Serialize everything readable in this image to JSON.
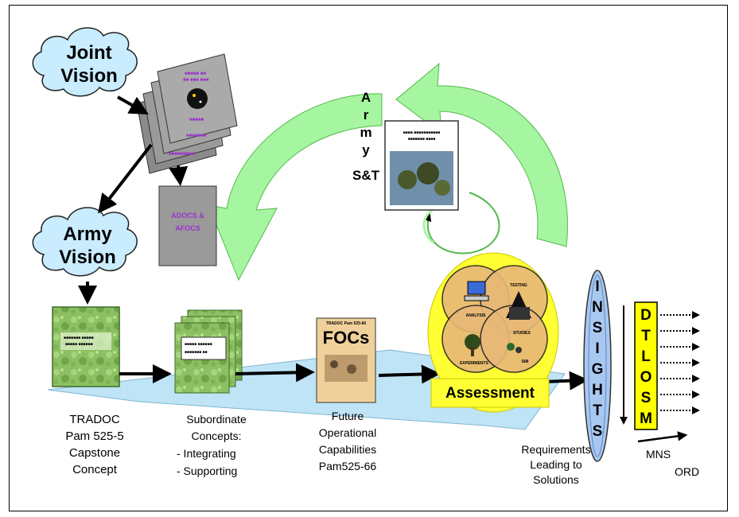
{
  "clouds": {
    "joint_vision": [
      "Joint",
      "Vision"
    ],
    "army_vision": [
      "Army",
      "Vision"
    ]
  },
  "books": {
    "adocs": [
      "ADOCS &",
      "AFOCS"
    ],
    "focs_header": "TRADOC Pam 525-66",
    "focs_title": "FOCs",
    "army_st_letters": [
      "A",
      "r",
      "m",
      "y",
      "S&T"
    ]
  },
  "assessment": {
    "label": "Assessment",
    "circles": [
      "ANALYSIS",
      "TESTING",
      "EXPERIMENTS",
      "STUDIES",
      "SIM"
    ]
  },
  "insights": [
    "I",
    "N",
    "S",
    "I",
    "G",
    "H",
    "T",
    "S"
  ],
  "dtlosm": [
    "D",
    "T",
    "L",
    "O",
    "S",
    "M"
  ],
  "captions": {
    "tradoc": [
      "TRADOC",
      "Pam 525-5",
      "Capstone",
      "Concept"
    ],
    "subordinate": [
      "Subordinate",
      "Concepts:",
      "- Integrating",
      "- Supporting"
    ],
    "future": [
      "Future",
      "Operational",
      "Capabilities",
      "Pam525-66"
    ],
    "requirements": [
      "Requirements",
      "Leading to",
      "Solutions"
    ],
    "mns": "MNS",
    "ord": "ORD"
  },
  "colors": {
    "cloud": "#c9ecff",
    "green_arrow": "#a6f5a0",
    "blue_band": "#bfe4f6",
    "assessment_yellow": "#ffff33",
    "insights_blue": "#a9c8f0",
    "dtlosm_yellow": "#ffff00",
    "book_green": "#8cc063",
    "book_gray": "#9a9a9a",
    "focs_tan": "#f0d09a"
  }
}
